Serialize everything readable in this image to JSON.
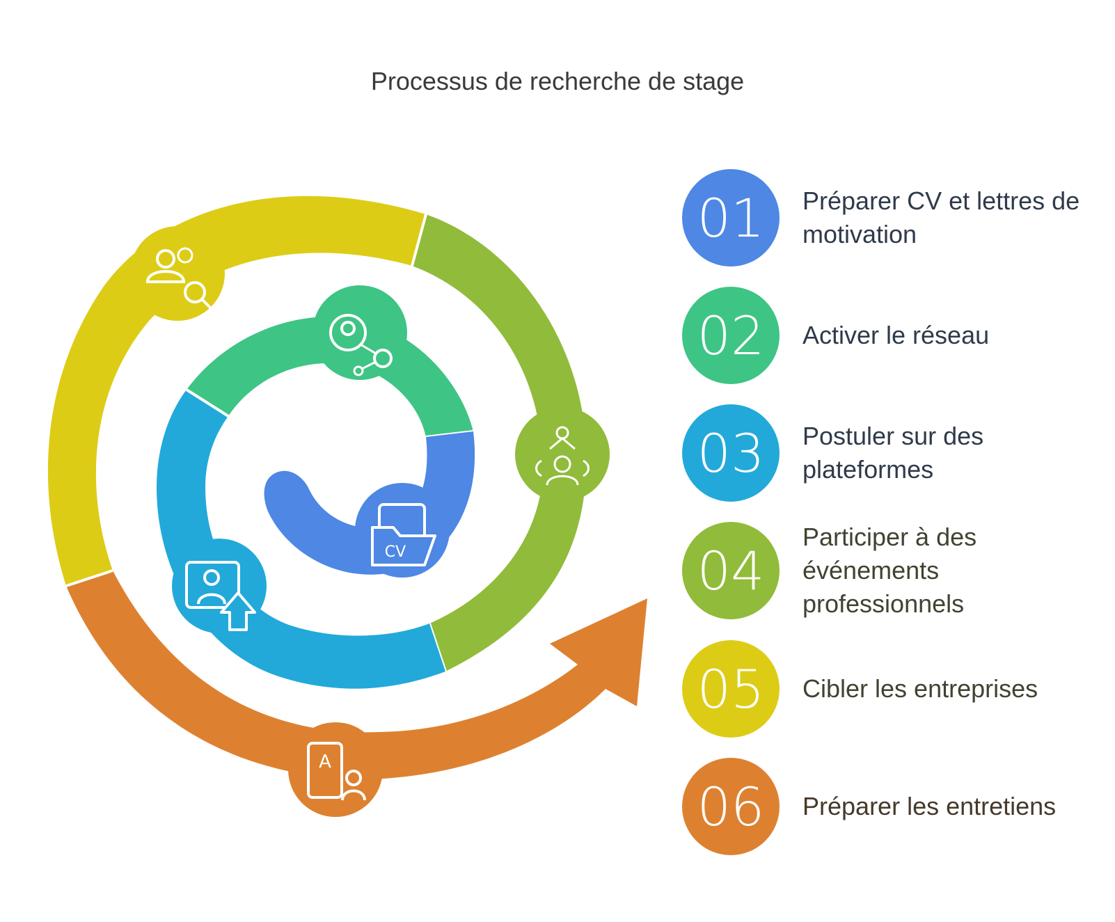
{
  "title": "Processus de recherche de stage",
  "steps": [
    {
      "num": "01",
      "label": "Préparer CV et lettres de motivation",
      "color": "#4e87e4",
      "icon": "cv-folder-icon"
    },
    {
      "num": "02",
      "label": "Activer le réseau",
      "color": "#3ec484",
      "icon": "network-person-icon"
    },
    {
      "num": "03",
      "label": "Postuler sur des plateformes",
      "color": "#22a9da",
      "icon": "upload-profile-icon"
    },
    {
      "num": "04",
      "label": "Participer à des événements professionnels",
      "color": "#91bb3a",
      "icon": "group-event-icon"
    },
    {
      "num": "05",
      "label": "Cibler les entreprises",
      "color": "#ddcc16",
      "icon": "search-people-icon"
    },
    {
      "num": "06",
      "label": "Préparer les entretiens",
      "color": "#dd8130",
      "icon": "interview-document-icon"
    }
  ]
}
